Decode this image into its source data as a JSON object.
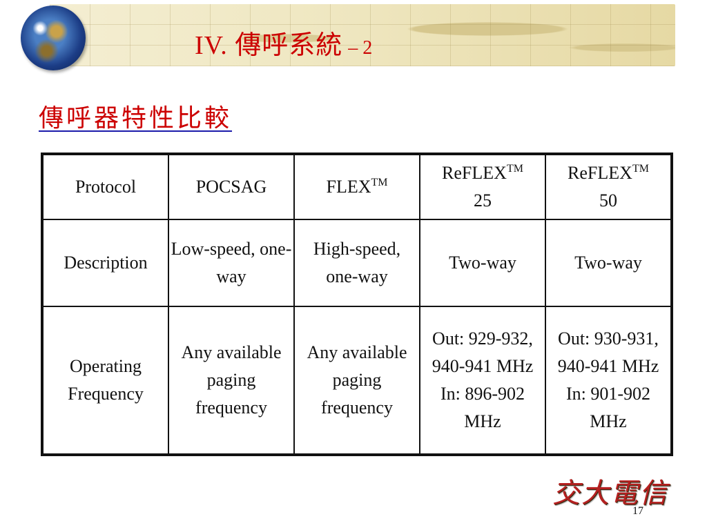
{
  "header": {
    "title_main": "IV. 傳呼系統",
    "title_suffix": "– 2"
  },
  "subtitle": "傳呼器特性比較",
  "table": {
    "header": [
      {
        "text": "Protocol",
        "sup": ""
      },
      {
        "text": "POCSAG",
        "sup": ""
      },
      {
        "text": "FLEX",
        "sup": "TM"
      },
      {
        "text": "ReFLEX",
        "sup": "TM",
        "line2": "25"
      },
      {
        "text": "ReFLEX",
        "sup": "TM",
        "line2": "50"
      }
    ],
    "rows": [
      {
        "label": "Description",
        "cells": [
          "Low-speed, one-way",
          "High-speed, one-way",
          "Two-way",
          "Two-way"
        ]
      },
      {
        "label": "Operating Frequency",
        "cells": [
          "Any available paging frequency",
          "Any available paging frequency",
          "Out: 929-932, 940-941 MHz In: 896-902 MHz",
          "Out: 930-931, 940-941 MHz In: 901-902 MHz"
        ]
      }
    ]
  },
  "logo_text": "交大電信",
  "page_number": "17",
  "colors": {
    "title": "#cc0000",
    "header_blue": "#1a1aaa",
    "border": "#111111"
  }
}
